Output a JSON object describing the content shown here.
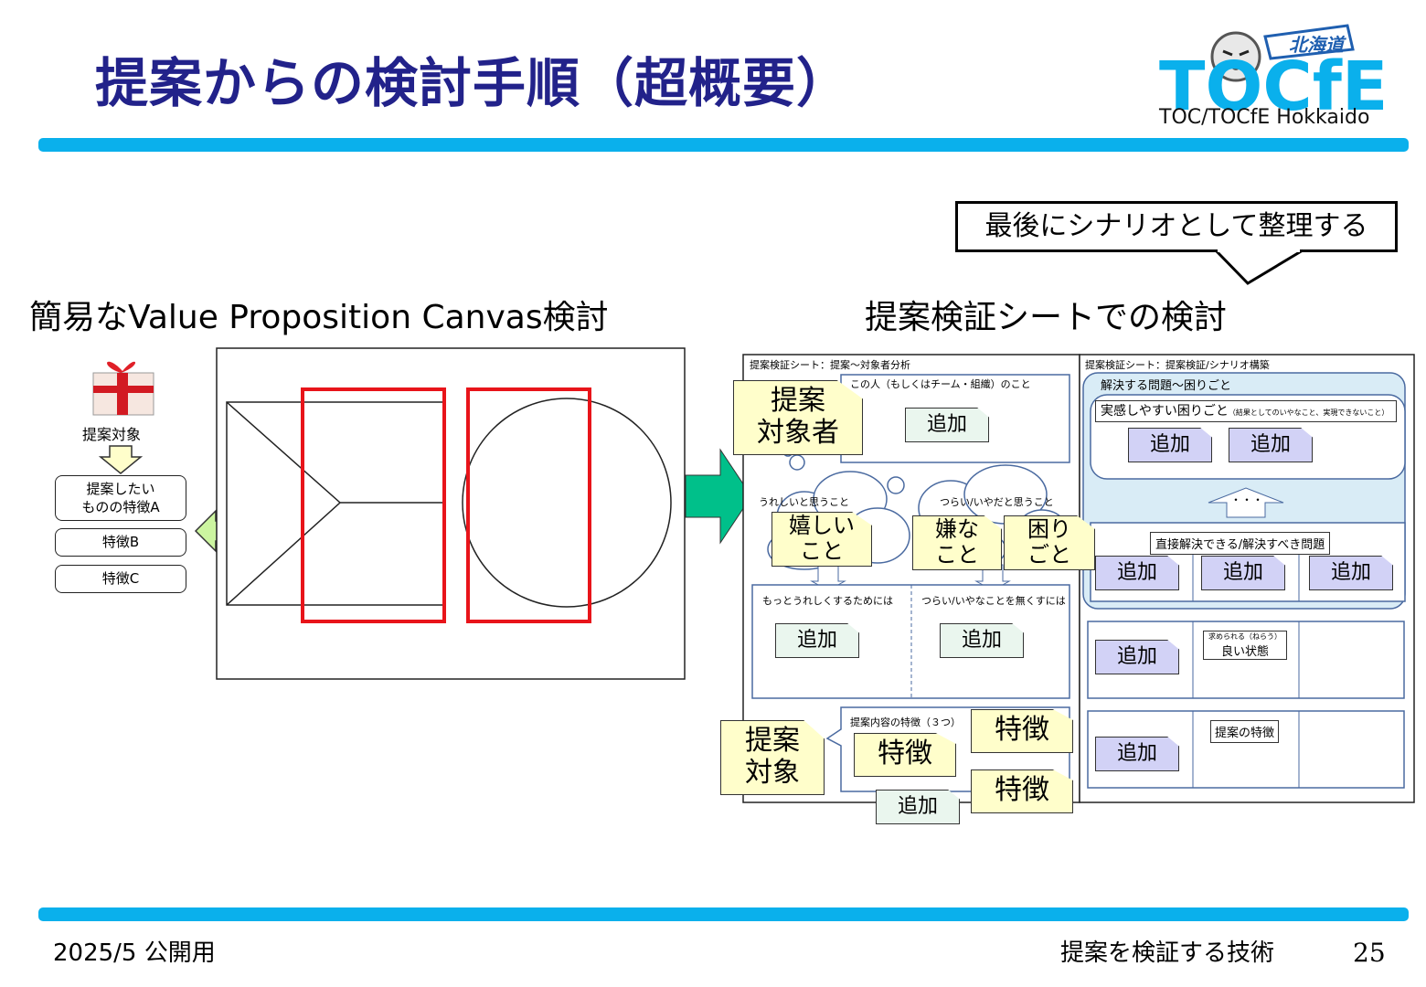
{
  "header": {
    "title": "提案からの検討手順（超概要）",
    "logo_caption": "TOC/TOCfE Hokkaido",
    "logo_word": "TOCfE",
    "logo_badge": "北海道"
  },
  "callout": "最後にシナリオとして整理する",
  "left": {
    "heading": "簡易なValue Proposition Canvas検討",
    "target_label": "提案対象",
    "features": [
      "提案したい\nものの特徴A",
      "特徴B",
      "特徴C"
    ]
  },
  "right": {
    "heading": "提案検証シートでの検討",
    "sheet1": {
      "title": "提案検証シート：提案～対象者分析",
      "person_label": "この人（もしくはチーム・組織）のこと",
      "happy_label": "うれしいと思うこと",
      "pain_label": "つらい/いやだと思うこと",
      "more_happy_label": "もっとうれしくするためには",
      "remove_pain_label": "つらい/いやなことを無くすには",
      "features_label": "提案内容の特徴（３つ）"
    },
    "sheet2": {
      "title": "提案検証シート：提案検証/シナリオ構築",
      "problem_label": "解決する問題～困りごと",
      "felt_trouble_label": "実感しやすい困りごと",
      "felt_trouble_note": "（結果としてのいやなこと、実現できないこと）",
      "direct_label": "直接解決できる/解決すべき問題",
      "good_state_small": "求められる（ねらう）",
      "good_state_label": "良い状態",
      "proposal_feature_label": "提案の特徴",
      "dots": "・・・"
    },
    "notes": {
      "target_person": "提案\n対象者",
      "happy": "嬉しい\nこと",
      "dislike": "嫌な\nこと",
      "trouble": "困り\nごと",
      "target": "提案\n対象",
      "feature": "特徴"
    },
    "add_label": "追加"
  },
  "footer": {
    "left": "2025/5 公開用",
    "right": "提案を検証する技術",
    "page": "25"
  },
  "colors": {
    "title": "#22228a",
    "bar": "#0ab0ec",
    "red": "#e8141a",
    "green_arrow": "#00c08a",
    "note": "#fffecb"
  }
}
